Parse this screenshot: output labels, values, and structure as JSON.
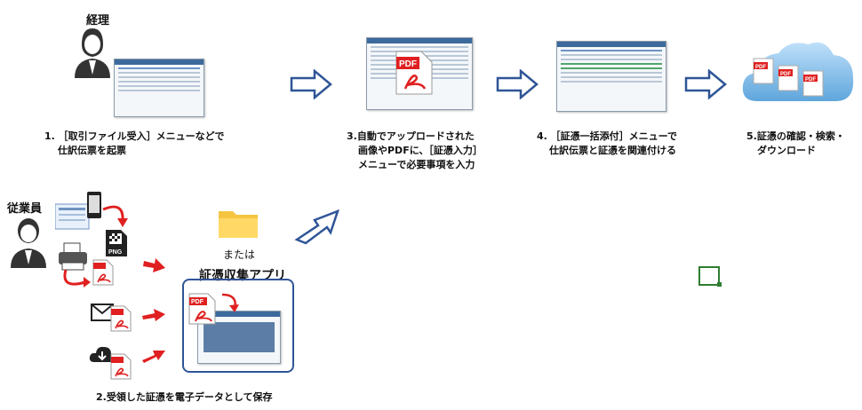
{
  "roles": {
    "accounting": "経理",
    "employee": "従業員"
  },
  "steps": {
    "step1": [
      "1. ［取引ファイル受入］メニューなどで",
      "仕訳伝票を起票"
    ],
    "step2": "2.受領した証憑を電子データとして保存",
    "step3": [
      "3.自動でアップロードされた",
      "画像やPDFに、［証憑入力］",
      "メニューで必要事項を入力"
    ],
    "step4": [
      "4. ［証憑一括添付］メニューで",
      "仕訳伝票と証憑を関連付ける"
    ],
    "step5": [
      "5.証憑の確認・検索・",
      "ダウンロード"
    ]
  },
  "sources": {
    "or_text": "または",
    "app_title": "証憑収集アプリ"
  },
  "file_labels": {
    "pdf": "PDF",
    "png": "PNG"
  },
  "colors": {
    "accent_red": "#e02020",
    "arrow_outline": "#2f5597",
    "cloud_blue": "#7ab8e8",
    "green_box": "#2e7d32"
  }
}
